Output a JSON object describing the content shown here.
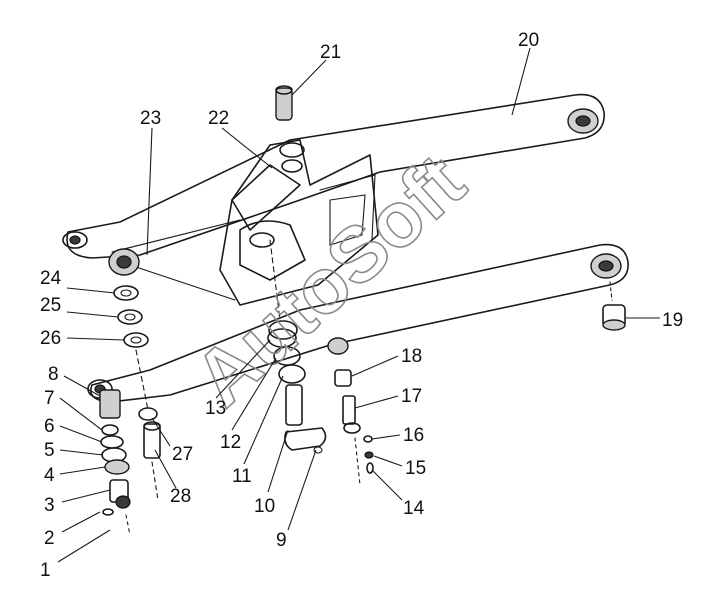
{
  "diagram": {
    "watermark": "AutoSoft",
    "callouts": {
      "c1": "1",
      "c2": "2",
      "c3": "3",
      "c4": "4",
      "c5": "5",
      "c6": "6",
      "c7": "7",
      "c8": "8",
      "c9": "9",
      "c10": "10",
      "c11": "11",
      "c12": "12",
      "c13": "13",
      "c14": "14",
      "c15": "15",
      "c16": "16",
      "c17": "17",
      "c18": "18",
      "c19": "19",
      "c20": "20",
      "c21": "21",
      "c22": "22",
      "c23": "23",
      "c24": "24",
      "c25": "25",
      "c26": "26",
      "c27": "27",
      "c28": "28"
    }
  }
}
